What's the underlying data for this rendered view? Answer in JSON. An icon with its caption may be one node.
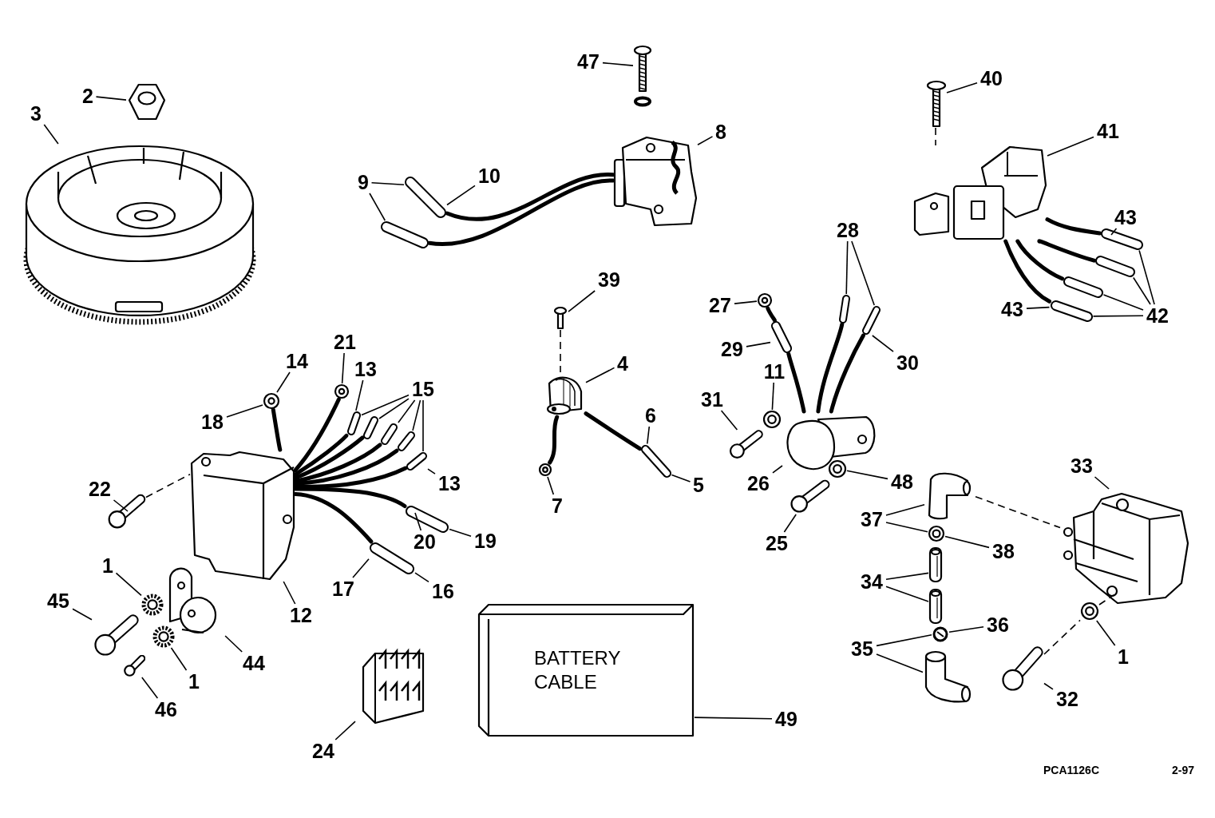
{
  "diagram": {
    "nodes": [
      {
        "text": [],
        "shape": "picture"
      },
      {
        "text": [],
        "shape": "picture"
      },
      {
        "text": [],
        "shape": "picture"
      },
      {
        "text": [],
        "shape": "picture"
      },
      {
        "text": [],
        "shape": "picture"
      },
      {
        "text": [],
        "shape": "picture"
      },
      {
        "text": [],
        "shape": "picture"
      },
      {
        "text": [],
        "shape": "picture"
      },
      {
        "text": [],
        "shape": "picture"
      },
      {
        "text": [],
        "shape": "picture"
      },
      {
        "text": [],
        "shape": "picture"
      },
      {
        "text": [],
        "shape": "picture"
      },
      {
        "text": [],
        "shape": "picture"
      },
      {
        "text": [],
        "shape": "picture"
      },
      {
        "text": [],
        "shape": "picture"
      },
      {
        "text": [],
        "shape": "picture"
      },
      {
        "text": [],
        "shape": "picture"
      },
      {
        "text": [],
        "shape": "picture"
      },
      {
        "text": [],
        "shape": "picture"
      },
      {
        "text": [],
        "shape": "picture"
      },
      {
        "text": [],
        "shape": "picture"
      },
      {
        "text": [
          "BATTERY CABLE"
        ]
      },
      {
        "text": [],
        "shape": "picture"
      },
      {
        "text": [],
        "shape": "picture"
      },
      {
        "text": [],
        "shape": "picture"
      },
      {
        "text": [],
        "shape": "picture"
      },
      {
        "text": [],
        "shape": "picture"
      },
      {
        "text": [],
        "shape": "picture"
      },
      {
        "text": [],
        "shape": "picture"
      },
      {
        "text": [],
        "shape": "picture"
      },
      {
        "text": [],
        "shape": "picture"
      },
      {
        "text": [
          "2"
        ]
      },
      {
        "text": [
          "3"
        ]
      },
      {
        "text": [
          "47"
        ]
      },
      {
        "text": [
          "8"
        ]
      },
      {
        "text": [
          "9"
        ]
      },
      {
        "text": [
          "10"
        ]
      },
      {
        "text": [
          "40"
        ]
      },
      {
        "text": [
          "41"
        ]
      },
      {
        "text": [
          "43"
        ]
      },
      {
        "text": [
          "28"
        ]
      },
      {
        "text": [
          "39"
        ]
      },
      {
        "text": [
          "27"
        ]
      },
      {
        "text": [
          "43"
        ]
      },
      {
        "text": [
          "42"
        ]
      },
      {
        "text": [
          "29"
        ]
      },
      {
        "text": [
          "30"
        ]
      },
      {
        "text": [
          "4"
        ]
      },
      {
        "text": [
          "14"
        ]
      },
      {
        "text": [
          "21"
        ]
      },
      {
        "text": [
          "13"
        ]
      },
      {
        "text": [
          "11"
        ]
      },
      {
        "text": [
          "15"
        ]
      },
      {
        "text": [
          "31"
        ]
      },
      {
        "text": [
          "6"
        ]
      },
      {
        "text": [
          "18"
        ]
      },
      {
        "text": [
          "33"
        ]
      },
      {
        "text": [
          "13"
        ]
      },
      {
        "text": [
          "26"
        ]
      },
      {
        "text": [
          "5"
        ]
      },
      {
        "text": [
          "48"
        ]
      },
      {
        "text": [
          "22"
        ]
      },
      {
        "text": [
          "7"
        ]
      },
      {
        "text": [
          "37"
        ]
      },
      {
        "text": [
          "20"
        ]
      },
      {
        "text": [
          "19"
        ]
      },
      {
        "text": [
          "25"
        ]
      },
      {
        "text": [
          "38"
        ]
      },
      {
        "text": [
          "1"
        ]
      },
      {
        "text": [
          "34"
        ]
      },
      {
        "text": [
          "16"
        ]
      },
      {
        "text": [
          "17"
        ]
      },
      {
        "text": [
          "45"
        ]
      },
      {
        "text": [
          "12"
        ]
      },
      {
        "text": [
          "36"
        ]
      },
      {
        "text": [
          "35"
        ]
      },
      {
        "text": [
          "1"
        ]
      },
      {
        "text": [
          "44"
        ]
      },
      {
        "text": [
          "1"
        ]
      },
      {
        "text": [
          "32"
        ]
      },
      {
        "text": [
          "46"
        ]
      },
      {
        "text": [
          "49"
        ]
      },
      {
        "text": [
          "24"
        ]
      },
      {
        "text": [],
        "shape": "picture"
      },
      {
        "text": [],
        "shape": "picture"
      },
      {
        "text": [],
        "shape": "picture"
      },
      {
        "text": [],
        "shape": "picture"
      },
      {
        "text": [],
        "shape": "picture"
      },
      {
        "text": [],
        "shape": "picture"
      },
      {
        "text": [],
        "shape": "picture"
      },
      {
        "text": [],
        "shape": "picture"
      },
      {
        "text": [],
        "shape": "picture"
      },
      {
        "text": [],
        "shape": "picture"
      },
      {
        "text": [],
        "shape": "picture"
      },
      {
        "text": [],
        "shape": "picture"
      },
      {
        "text": [],
        "shape": "picture"
      },
      {
        "text": [],
        "shape": "picture"
      },
      {
        "text": [],
        "shape": "picture"
      },
      {
        "text": [],
        "shape": "picture"
      },
      {
        "text": [],
        "shape": "picture"
      },
      {
        "text": [],
        "shape": "picture"
      },
      {
        "text": [],
        "shape": "picture"
      },
      {
        "text": [],
        "shape": "picture"
      },
      {
        "text": [],
        "shape": "picture"
      }
    ],
    "edges": [
      {
        "from": 31,
        "to": 0,
        "arrow": "none"
      },
      {
        "from": 32,
        "to": 1,
        "arrow": "none"
      },
      {
        "from": 33,
        "to": 2,
        "arrow": "none"
      },
      {
        "from": 34,
        "to": 3,
        "arrow": "none"
      },
      {
        "from": 35,
        "to": 83,
        "arrow": "none"
      },
      {
        "from": 35,
        "to": 84,
        "arrow": "none"
      },
      {
        "from": 36,
        "to": 83,
        "arrow": "none"
      },
      {
        "from": 37,
        "to": 4,
        "arrow": "none"
      },
      {
        "from": 38,
        "to": 5,
        "arrow": "none"
      },
      {
        "from": 39,
        "to": 85,
        "arrow": "none"
      },
      {
        "from": 40,
        "to": 91,
        "arrow": "none"
      },
      {
        "from": 40,
        "to": 92,
        "arrow": "none"
      },
      {
        "from": 41,
        "to": 6,
        "arrow": "none"
      },
      {
        "from": 42,
        "to": 89,
        "arrow": "none"
      },
      {
        "from": 43,
        "to": 88,
        "arrow": "none"
      },
      {
        "from": 44,
        "to": 85,
        "arrow": "none"
      },
      {
        "from": 44,
        "to": 86,
        "arrow": "none"
      },
      {
        "from": 44,
        "to": 87,
        "arrow": "none"
      },
      {
        "from": 44,
        "to": 88,
        "arrow": "none"
      },
      {
        "from": 45,
        "to": 90,
        "arrow": "none"
      },
      {
        "from": 46,
        "to": 92,
        "arrow": "none"
      },
      {
        "from": 47,
        "to": 7,
        "arrow": "none"
      },
      {
        "from": 48,
        "to": 95,
        "arrow": "none"
      },
      {
        "from": 49,
        "to": 96,
        "arrow": "none"
      },
      {
        "from": 50,
        "to": 97,
        "arrow": "none"
      },
      {
        "from": 51,
        "to": 8,
        "arrow": "none"
      },
      {
        "from": 52,
        "to": 97,
        "arrow": "none"
      },
      {
        "from": 52,
        "to": 98,
        "arrow": "none"
      },
      {
        "from": 52,
        "to": 99,
        "arrow": "none"
      },
      {
        "from": 52,
        "to": 100,
        "arrow": "none"
      },
      {
        "from": 52,
        "to": 101,
        "arrow": "none"
      },
      {
        "from": 53,
        "to": 9,
        "arrow": "none"
      },
      {
        "from": 54,
        "to": 93,
        "arrow": "none"
      },
      {
        "from": 55,
        "to": 95,
        "arrow": "none"
      },
      {
        "from": 56,
        "to": 22,
        "arrow": "none"
      },
      {
        "from": 57,
        "to": 101,
        "arrow": "none"
      },
      {
        "from": 58,
        "to": 10,
        "arrow": "none"
      },
      {
        "from": 59,
        "to": 93,
        "arrow": "none"
      },
      {
        "from": 60,
        "to": 11,
        "arrow": "none"
      },
      {
        "from": 61,
        "to": 14,
        "arrow": "none"
      },
      {
        "from": 62,
        "to": 94,
        "arrow": "none"
      },
      {
        "from": 63,
        "to": 23,
        "arrow": "none"
      },
      {
        "from": 63,
        "to": 24,
        "arrow": "none"
      },
      {
        "from": 64,
        "to": 102,
        "arrow": "none"
      },
      {
        "from": 65,
        "to": 102,
        "arrow": "none"
      },
      {
        "from": 66,
        "to": 12,
        "arrow": "none"
      },
      {
        "from": 67,
        "to": 24,
        "arrow": "none"
      },
      {
        "from": 68,
        "to": 15,
        "arrow": "none"
      },
      {
        "from": 69,
        "to": 25,
        "arrow": "none"
      },
      {
        "from": 69,
        "to": 26,
        "arrow": "none"
      },
      {
        "from": 70,
        "to": 103,
        "arrow": "none"
      },
      {
        "from": 71,
        "to": 103,
        "arrow": "none"
      },
      {
        "from": 72,
        "to": 17,
        "arrow": "none"
      },
      {
        "from": 73,
        "to": 13,
        "arrow": "none"
      },
      {
        "from": 74,
        "to": 27,
        "arrow": "none"
      },
      {
        "from": 75,
        "to": 27,
        "arrow": "none"
      },
      {
        "from": 75,
        "to": 28,
        "arrow": "none"
      },
      {
        "from": 76,
        "to": 29,
        "arrow": "none"
      },
      {
        "from": 77,
        "to": 16,
        "arrow": "none"
      },
      {
        "from": 78,
        "to": 18,
        "arrow": "none"
      },
      {
        "from": 79,
        "to": 30,
        "arrow": "none"
      },
      {
        "from": 80,
        "to": 19,
        "arrow": "none"
      },
      {
        "from": 81,
        "to": 21,
        "arrow": "none"
      },
      {
        "from": 82,
        "to": 20,
        "arrow": "none"
      },
      {
        "from": 4,
        "to": 5,
        "arrow": "none",
        "style": "dashed"
      },
      {
        "from": 6,
        "to": 7,
        "arrow": "none",
        "style": "dashed"
      },
      {
        "from": 14,
        "to": 13,
        "arrow": "none",
        "style": "dashed"
      },
      {
        "from": 23,
        "to": 22,
        "arrow": "none",
        "style": "dashed"
      },
      {
        "from": 30,
        "to": 29,
        "arrow": "none",
        "style": "dashed"
      },
      {
        "from": 29,
        "to": 22,
        "arrow": "none",
        "style": "dashed"
      },
      {
        "from": 3,
        "to": 83,
        "arrow": "none",
        "style": "thick"
      },
      {
        "from": 3,
        "to": 84,
        "arrow": "none",
        "style": "thick"
      },
      {
        "from": 5,
        "to": 85,
        "arrow": "none",
        "style": "thick"
      },
      {
        "from": 5,
        "to": 86,
        "arrow": "none",
        "style": "thick"
      },
      {
        "from": 5,
        "to": 87,
        "arrow": "none",
        "style": "thick"
      },
      {
        "from": 5,
        "to": 88,
        "arrow": "none",
        "style": "thick"
      },
      {
        "from": 10,
        "to": 90,
        "arrow": "none",
        "style": "thick"
      },
      {
        "from": 90,
        "to": 89,
        "arrow": "none",
        "style": "thick"
      },
      {
        "from": 10,
        "to": 91,
        "arrow": "none",
        "style": "thick"
      },
      {
        "from": 10,
        "to": 92,
        "arrow": "none",
        "style": "thick"
      },
      {
        "from": 7,
        "to": 93,
        "arrow": "none",
        "style": "thick"
      },
      {
        "from": 7,
        "to": 94,
        "arrow": "none",
        "style": "thick"
      },
      {
        "from": 13,
        "to": 95,
        "arrow": "none",
        "style": "thick"
      },
      {
        "from": 13,
        "to": 96,
        "arrow": "none",
        "style": "thick"
      },
      {
        "from": 13,
        "to": 97,
        "arrow": "none",
        "style": "thick"
      },
      {
        "from": 13,
        "to": 98,
        "arrow": "none",
        "style": "thick"
      },
      {
        "from": 13,
        "to": 99,
        "arrow": "none",
        "style": "thick"
      },
      {
        "from": 13,
        "to": 100,
        "arrow": "none",
        "style": "thick"
      },
      {
        "from": 13,
        "to": 101,
        "arrow": "none",
        "style": "thick"
      },
      {
        "from": 13,
        "to": 102,
        "arrow": "none",
        "style": "thick"
      },
      {
        "from": 13,
        "to": 103,
        "arrow": "none",
        "style": "thick"
      }
    ],
    "labels": [
      "PCA1126C",
      "2-97"
    ]
  }
}
